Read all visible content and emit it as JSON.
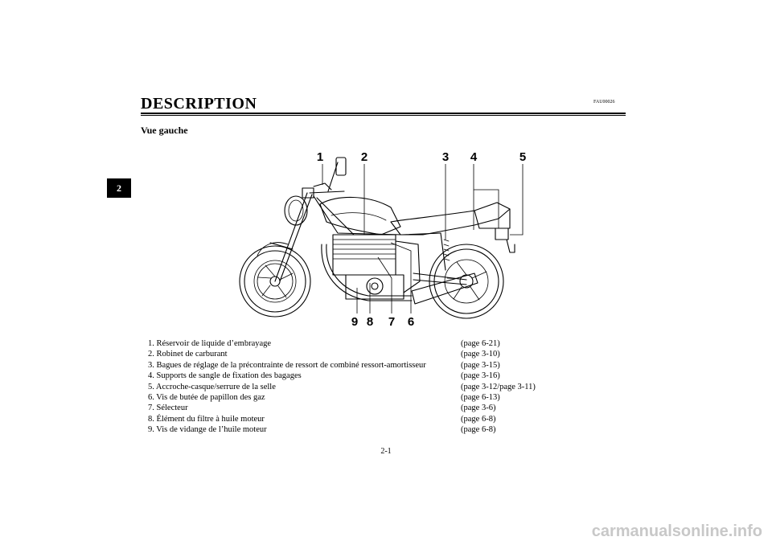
{
  "chapter_tab": "2",
  "title": "DESCRIPTION",
  "code": "FAU00026",
  "subtitle": "Vue gauche",
  "callouts_top": [
    "1",
    "2",
    "3",
    "4",
    "5"
  ],
  "callouts_bottom": [
    "9",
    "8",
    "7",
    "6"
  ],
  "parts": [
    {
      "name": "1. Réservoir de liquide d’embrayage",
      "ref": "(page 6-21)"
    },
    {
      "name": "2. Robinet de carburant",
      "ref": "(page 3-10)"
    },
    {
      "name": "3. Bagues de réglage de la précontrainte de ressort de combiné ressort-amortisseur",
      "ref": "(page 3-15)"
    },
    {
      "name": "4. Supports de sangle de fixation des bagages",
      "ref": "(page 3-16)"
    },
    {
      "name": "5. Accroche-casque/serrure de la selle",
      "ref": "(page 3-12/page 3-11)"
    },
    {
      "name": "6. Vis de butée de papillon des gaz",
      "ref": "(page 6-13)"
    },
    {
      "name": "7. Sélecteur",
      "ref": "(page 3-6)"
    },
    {
      "name": "8. Élément du filtre à huile moteur",
      "ref": "(page 6-8)"
    },
    {
      "name": "9. Vis de vidange de l’huile moteur",
      "ref": "(page 6-8)"
    }
  ],
  "page_number": "2-1",
  "watermark": "carmanualsonline.info"
}
